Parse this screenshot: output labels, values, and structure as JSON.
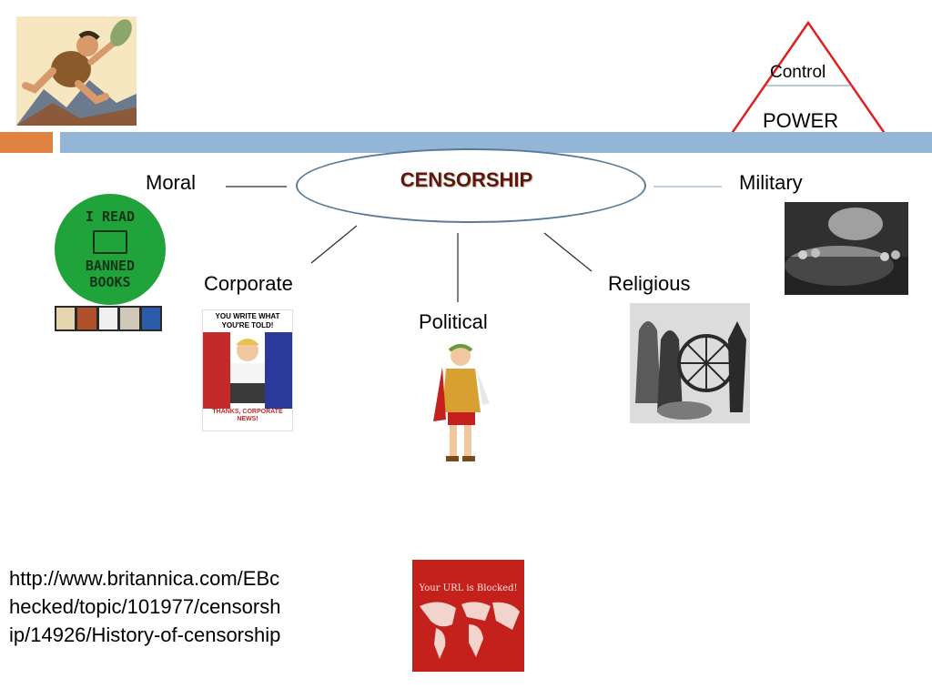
{
  "slide": {
    "hub": "CENSORSHIP",
    "nodes": {
      "moral": "Moral",
      "military": "Military",
      "corporate": "Corporate",
      "religious": "Religious",
      "political": "Political"
    },
    "triangle": {
      "top_label": "Control",
      "bottom_label": "POWER"
    },
    "badge": {
      "line1": "I READ",
      "line2": "BANNED",
      "line3": "BOOKS"
    },
    "poster": {
      "headline": "YOU WRITE WHAT YOU'RE TOLD!",
      "footer": "THANKS, CORPORATE NEWS!"
    },
    "blocked": {
      "message": "Your URL is Blocked!"
    },
    "source_url": "http://www.britannica.com/EBchecked/topic/101977/censorship/14926/History-of-censorship"
  },
  "colors": {
    "accent_orange": "#df8141",
    "band_blue": "#93b6d6",
    "triangle_red": "#e02020",
    "badge_green": "#1fa33a",
    "blocked_red": "#c4201c"
  }
}
